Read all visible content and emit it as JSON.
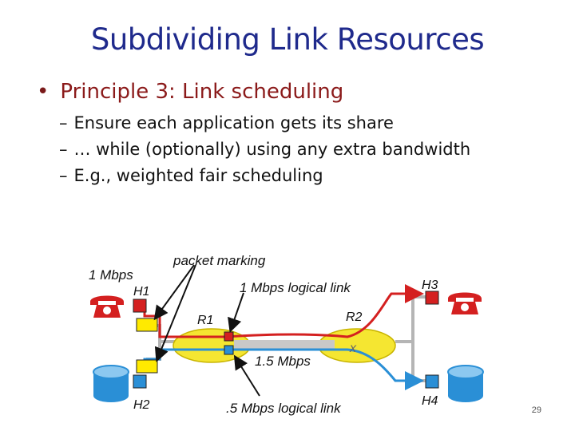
{
  "slide": {
    "title": "Subdividing Link Resources",
    "bullet": "Principle 3: Link scheduling",
    "subbullets": [
      "Ensure each application gets its share",
      "… while (optionally) using any extra bandwidth",
      "E.g., weighted fair scheduling"
    ],
    "page_number": "29"
  },
  "diagram": {
    "labels": {
      "packet_marking": "packet marking",
      "h1_rate": "1 Mbps",
      "logical_link_1": "1 Mbps logical link",
      "physical_rate": "1.5 Mbps",
      "logical_link_2": ".5 Mbps logical link"
    },
    "nodes": {
      "h1": "H1",
      "h2": "H2",
      "h3": "H3",
      "h4": "H4",
      "r1": "R1",
      "r2": "R2"
    },
    "colors": {
      "router_fill": "#f5e631",
      "red_link": "#d42020",
      "blue_link": "#2a8fd6",
      "gray_link": "#b5b5b5",
      "marker_box": "#ffea00"
    },
    "icons": {
      "phone": "phone-icon",
      "database": "database-icon"
    }
  }
}
